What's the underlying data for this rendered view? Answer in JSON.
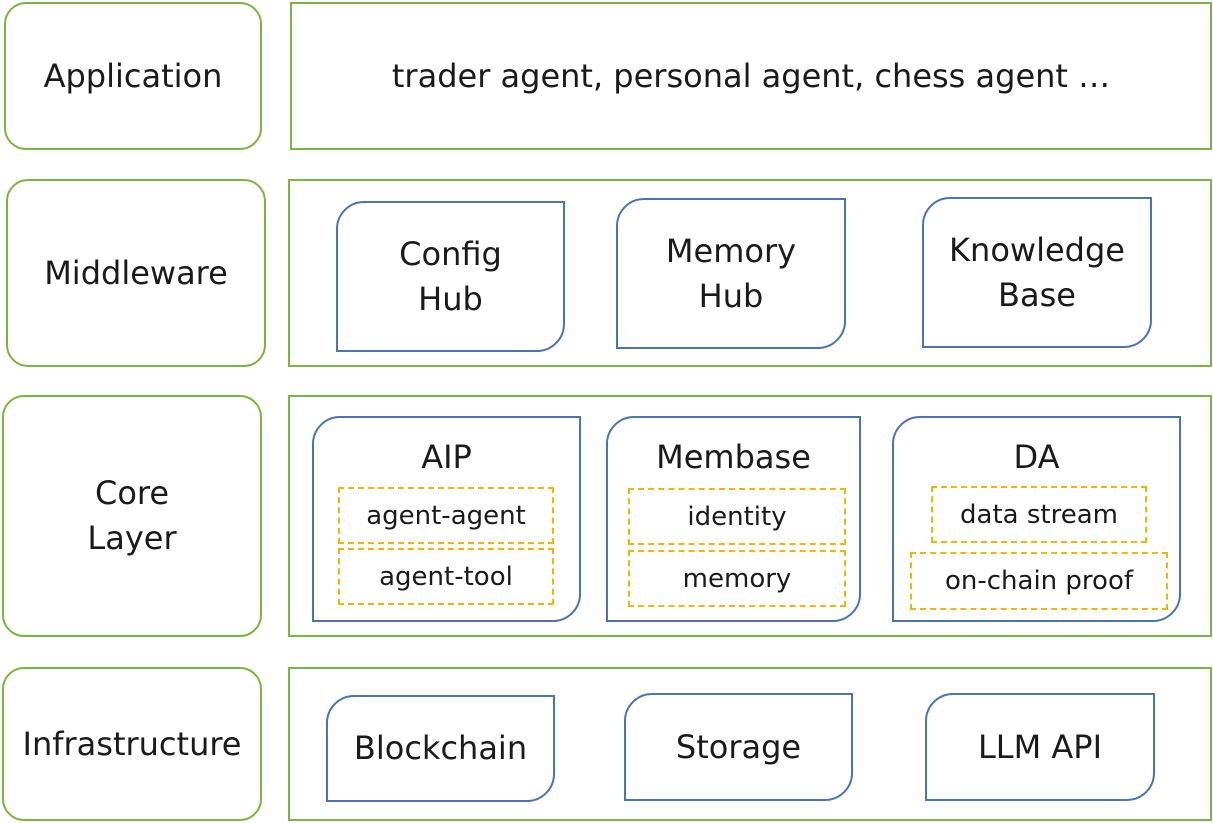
{
  "layers": {
    "application": {
      "label": "Application",
      "content": "trader agent, personal agent, chess agent …"
    },
    "middleware": {
      "label": "Middleware",
      "modules": [
        {
          "name": "Config\nHub"
        },
        {
          "name": "Memory\nHub"
        },
        {
          "name": "Knowledge\nBase"
        }
      ]
    },
    "core": {
      "label": "Core\nLayer",
      "modules": [
        {
          "name": "AIP",
          "items": [
            "agent-agent",
            "agent-tool"
          ]
        },
        {
          "name": "Membase",
          "items": [
            "identity",
            "memory"
          ]
        },
        {
          "name": "DA",
          "items": [
            "data stream",
            "on-chain proof"
          ]
        }
      ]
    },
    "infrastructure": {
      "label": "Infrastructure",
      "modules": [
        {
          "name": "Blockchain"
        },
        {
          "name": "Storage"
        },
        {
          "name": "LLM API"
        }
      ]
    }
  },
  "colors": {
    "layer_border": "#7cb342",
    "module_border": "#4a72b8",
    "sub_border": "#f5b400"
  }
}
